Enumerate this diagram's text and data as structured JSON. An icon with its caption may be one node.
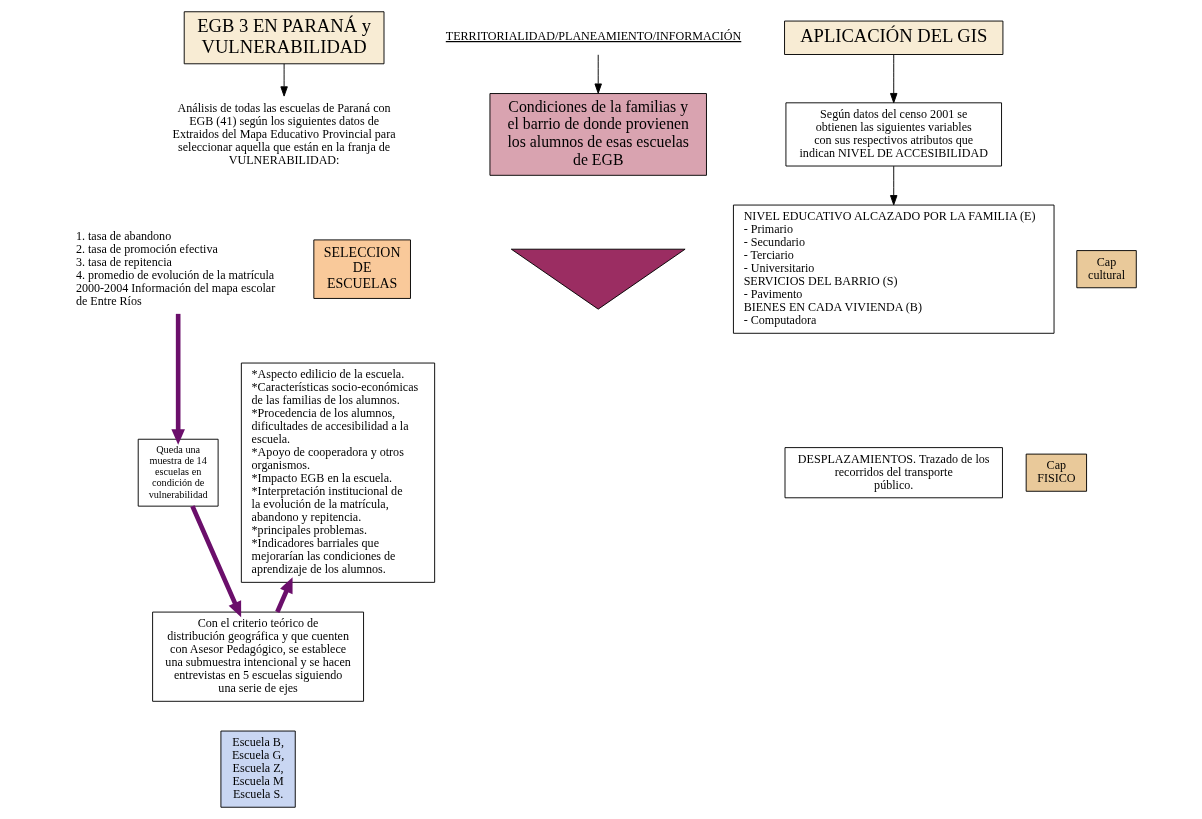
{
  "diagram": {
    "nodes": [
      {
        "text": [
          "EGB 3 EN PARANÁ y VULNERABILIDAD"
        ]
      },
      {
        "text": [
          "Análisis de todas las escuelas de Paraná con EGB (41) según los siguientes datos de Extraidos del Mapa Educativo Provincial para seleccionar aquella que están en la franja de VULNERABILIDAD:"
        ]
      },
      {
        "text": [
          "1. tasa de abandono",
          "2. tasa de promoción efectiva",
          "3. tasa de repitencia",
          "4. promedio de evolución de la matrícula 2000-2004 Información del mapa escolar de Entre Ríos"
        ]
      },
      {
        "text": [
          "SELECCION DE ESCUELAS"
        ]
      },
      {
        "text": [
          "Queda una muestra de 14 escuelas en condición de vulnerabilidad"
        ]
      },
      {
        "text": [
          "Con el criterio teórico de distribución geográfica y que cuenten con Asesor Pedagógico, se establece una submuestra intencional y se hacen entrevistas en 5 escuelas siguiendo una serie de ejes"
        ]
      },
      {
        "text": [
          "Escuela B, Escuela G, Escuela Z, Escuela M Escuela S."
        ]
      },
      {
        "text": [
          "TERRITORIALIDAD/PLANEAMIENTO/INFORMACIÓN"
        ]
      },
      {
        "text": [
          "Condiciones de la familias y el barrio de donde provienen los alumnos de esas escuelas de EGB"
        ]
      },
      {
        "text": [
          "*Aspecto edilicio de la escuela.",
          "*Características socio-económicas de las familias de los alumnos.",
          "*Procedencia de los alumnos, dificultades de accesibilidad a la escuela.",
          "*Apoyo de cooperadora y otros organismos.",
          "*Impacto EGB en la escuela.",
          "*Interpretación institucional de la evolución de la matrícula, abandono y repitencia.",
          "*principales problemas.",
          "*Indicadores barriales que mejorarían las condiciones de aprendizaje de los alumnos."
        ]
      },
      {
        "text": [],
        "shape": "chevron"
      },
      {
        "text": [
          "APLICACIÓN DEL GIS"
        ]
      },
      {
        "text": [
          "Según datos del censo 2001 se obtienen las siguientes variables con sus respectivos atributos que indican NIVEL DE ACCESIBILIDAD"
        ]
      },
      {
        "text": [
          "NIVEL EDUCATIVO ALCAZADO POR LA FAMILIA (E)",
          "- Primario",
          "- Secundario",
          "- Terciario",
          "- Universitario",
          "SERVICIOS DEL BARRIO (S)",
          "- Pavimento",
          "BIENES EN CADA VIVIENDA (B)",
          "- Computadora"
        ]
      },
      {
        "text": [
          "DESPLAZAMIENTOS. Trazado de los recorridos del transporte público."
        ]
      },
      {
        "text": [
          "Cap cultural"
        ]
      },
      {
        "text": [
          "Cap FISICO"
        ]
      }
    ],
    "edges": [
      {
        "from": 0,
        "to": 1,
        "arrow": "to"
      },
      {
        "from": 7,
        "to": 8,
        "arrow": "to"
      },
      {
        "from": 11,
        "to": 12,
        "arrow": "to"
      },
      {
        "from": 12,
        "to": 13,
        "arrow": "to"
      },
      {
        "from": 2,
        "to": 4,
        "arrow": "to",
        "style": "thick",
        "color": "#6b0f6b"
      },
      {
        "from": 4,
        "to": 5,
        "arrow": "to",
        "style": "thick",
        "color": "#6b0f6b"
      },
      {
        "from": 5,
        "to": 9,
        "arrow": "to",
        "style": "thick",
        "color": "#6b0f6b"
      }
    ]
  }
}
